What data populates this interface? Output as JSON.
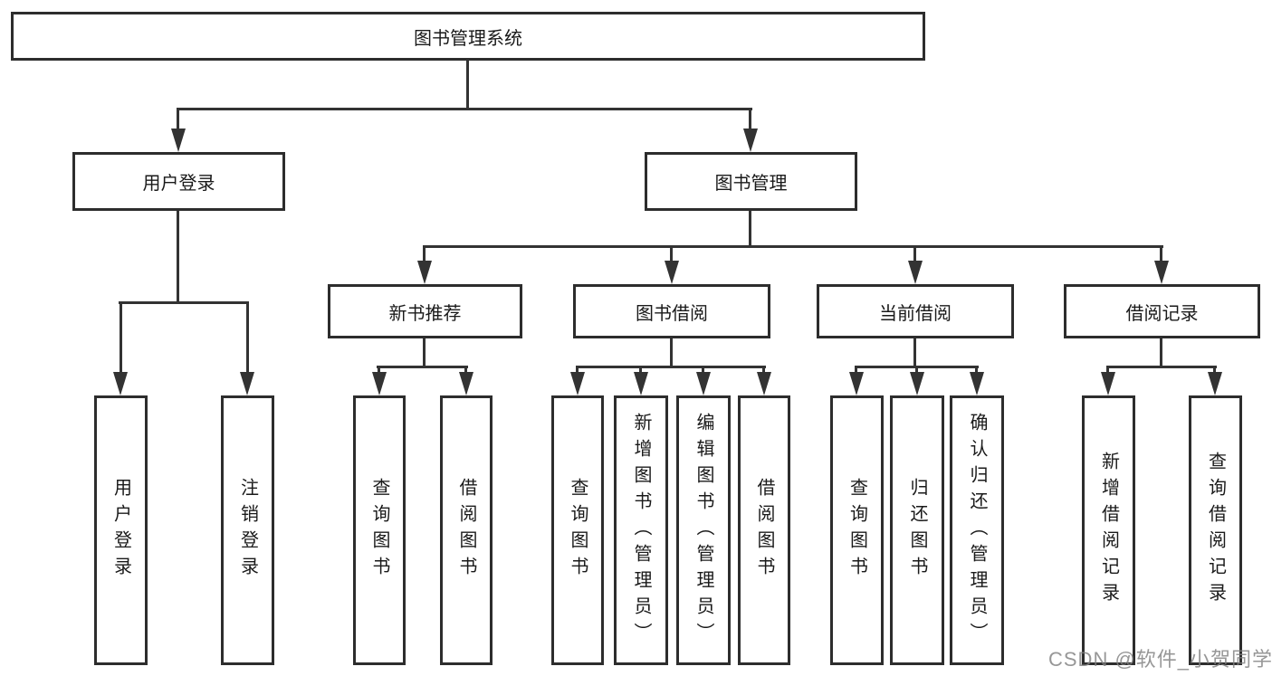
{
  "diagram": {
    "root": {
      "label": "图书管理系统"
    },
    "level2": [
      {
        "label": "用户登录"
      },
      {
        "label": "图书管理"
      }
    ],
    "level3": [
      {
        "label": "新书推荐"
      },
      {
        "label": "图书借阅"
      },
      {
        "label": "当前借阅"
      },
      {
        "label": "借阅记录"
      }
    ],
    "leaves": [
      {
        "label": "用户登录"
      },
      {
        "label": "注销登录"
      },
      {
        "label": "查询图书"
      },
      {
        "label": "借阅图书"
      },
      {
        "label": "查询图书"
      },
      {
        "label": "新增图书（管理员）"
      },
      {
        "label": "编辑图书（管理员）"
      },
      {
        "label": "借阅图书"
      },
      {
        "label": "查询图书"
      },
      {
        "label": "归还图书"
      },
      {
        "label": "确认归还（管理员）"
      },
      {
        "label": "新增借阅记录"
      },
      {
        "label": "查询借阅记录"
      }
    ]
  },
  "watermark": {
    "text": "CSDN @软件_小贺同学"
  },
  "colors": {
    "background": "#ffffff",
    "line": "#333333",
    "box_border": "#2d2d2d",
    "text": "#1a1a1a",
    "watermark": "#808080"
  }
}
